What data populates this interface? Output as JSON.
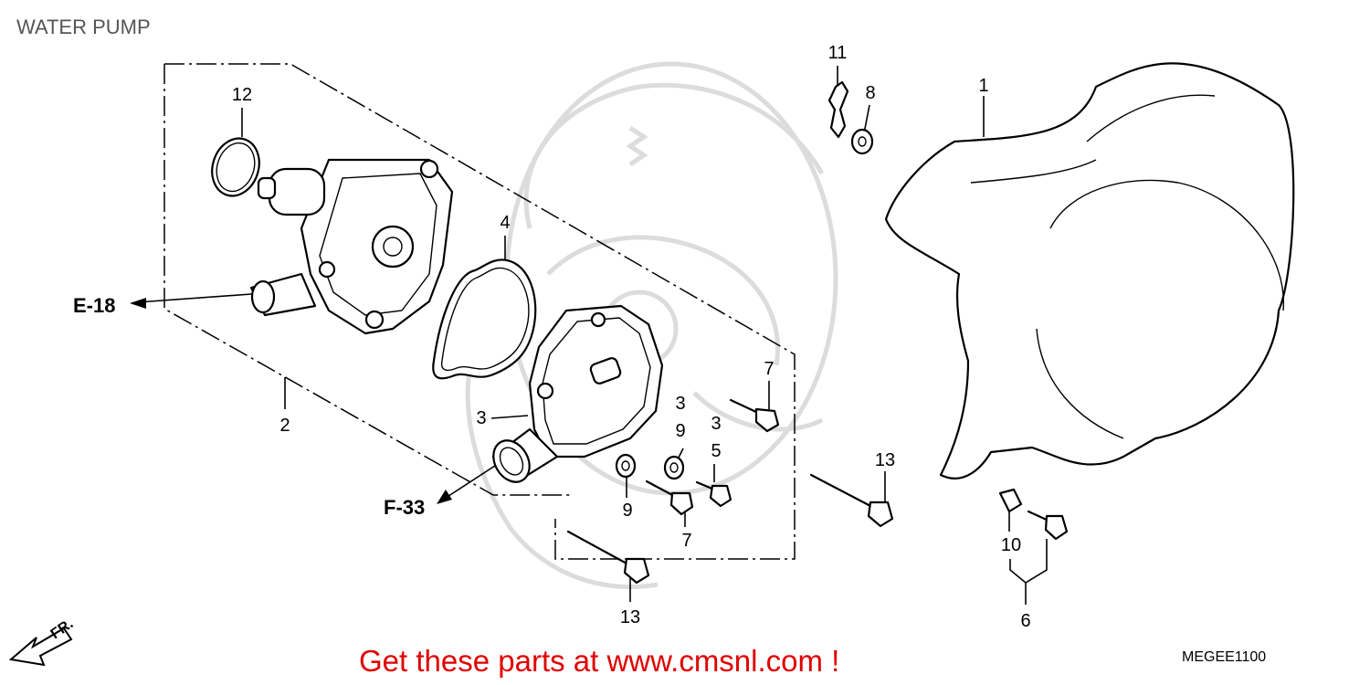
{
  "title": "WATER PUMP",
  "references": {
    "e18": "E-18",
    "f33": "F-33",
    "front": "FR."
  },
  "callouts": {
    "n1": "1",
    "n2": "2",
    "n3a": "3",
    "n3b": "3",
    "n3c": "3",
    "n4": "4",
    "n5": "5",
    "n6": "6",
    "n7a": "7",
    "n7b": "7",
    "n8": "8",
    "n9a": "9",
    "n9b": "9",
    "n10": "10",
    "n11": "11",
    "n12": "12",
    "n13a": "13",
    "n13b": "13"
  },
  "footer": {
    "promo": "Get these parts at www.cmsnl.com !",
    "diagram_code": "MEGEE1100"
  },
  "colors": {
    "promo": "#e00000",
    "watermark": "#dcdcdc",
    "line": "#000000"
  }
}
